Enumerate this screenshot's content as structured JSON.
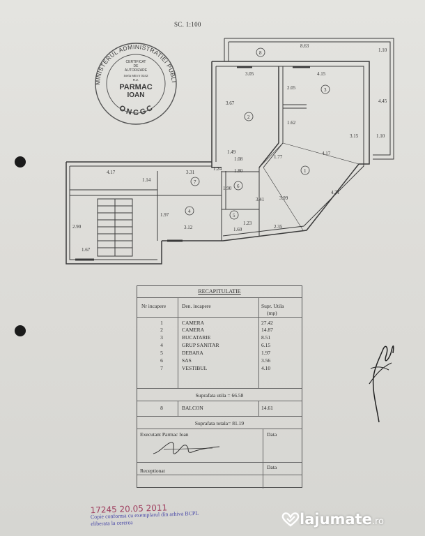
{
  "scale": "SC. 1:100",
  "stamp": {
    "ring_text": "MINISTERUL ADMINISTRATIEI PUBLICE",
    "ring_bottom": "ONCGC",
    "line1": "CERTIFICAT",
    "line2": "DE",
    "line3": "AUTORIZARE",
    "line4": "Seria MB nr 0342",
    "line5": "R.Z.",
    "name1": "PARMAC",
    "name2": "IOAN"
  },
  "plan": {
    "dims": {
      "d863": "8.63",
      "d110a": "1.10",
      "d305": "3.05",
      "d415": "4.15",
      "d445": "4.45",
      "d367": "3.67",
      "d205": "2.05",
      "d162": "1.62",
      "d315": "3.15",
      "d110b": "1.10",
      "d149": "1.49",
      "d108": "1.08",
      "d177": "1.77",
      "d417b": "4.17",
      "d417a": "4.17",
      "d331": "3.31",
      "d124": "1.24",
      "d180": "1.80",
      "d114": "1.14",
      "d190": "1.90",
      "d341": "3.41",
      "d399": "3.99",
      "d471": "4.71",
      "d197": "1.97",
      "d312": "3.12",
      "d123": "1.23",
      "d160": "1.60",
      "d235": "2.35",
      "d290": "2.90",
      "d167": "1.67"
    },
    "rooms": [
      "1",
      "2",
      "3",
      "4",
      "5",
      "6",
      "7",
      "8"
    ]
  },
  "recap": {
    "title": "RECAPITULATIE",
    "col_nr": "Nr incapere",
    "col_den": "Den. incapere",
    "col_val1": "Supr. Utila",
    "col_val2": "(mp)",
    "rows": [
      {
        "nr": "1",
        "den": "CAMERA",
        "val": "27.42"
      },
      {
        "nr": "2",
        "den": "CAMERA",
        "val": "14.87"
      },
      {
        "nr": "3",
        "den": "BUCATARIE",
        "val": "8.51"
      },
      {
        "nr": "4",
        "den": "GRUP SANITAR",
        "val": "6.15"
      },
      {
        "nr": "5",
        "den": "DEBARA",
        "val": "1.97"
      },
      {
        "nr": "6",
        "den": "SAS",
        "val": "3.56"
      },
      {
        "nr": "7",
        "den": "VESTIBUL",
        "val": "4.10"
      }
    ],
    "suprafata_utila": "Suprafata utila = 66.58",
    "balcon": {
      "nr": "8",
      "den": "BALCON",
      "val": "14.61"
    },
    "suprafata_totala": "Suprafata totala= 81.19",
    "executant": "Executant  Parmac Ioan",
    "data1": "Data",
    "receptionat": "Receptionat",
    "data2": "Data"
  },
  "footer": {
    "line1": "Copie conforma cu exemplarul din arhiva BCPL",
    "line2": "eliberata la cererea",
    "handwritten": "17245  20.05  2011"
  },
  "watermark": {
    "brand": "lajumate",
    "tld": ".ro"
  }
}
